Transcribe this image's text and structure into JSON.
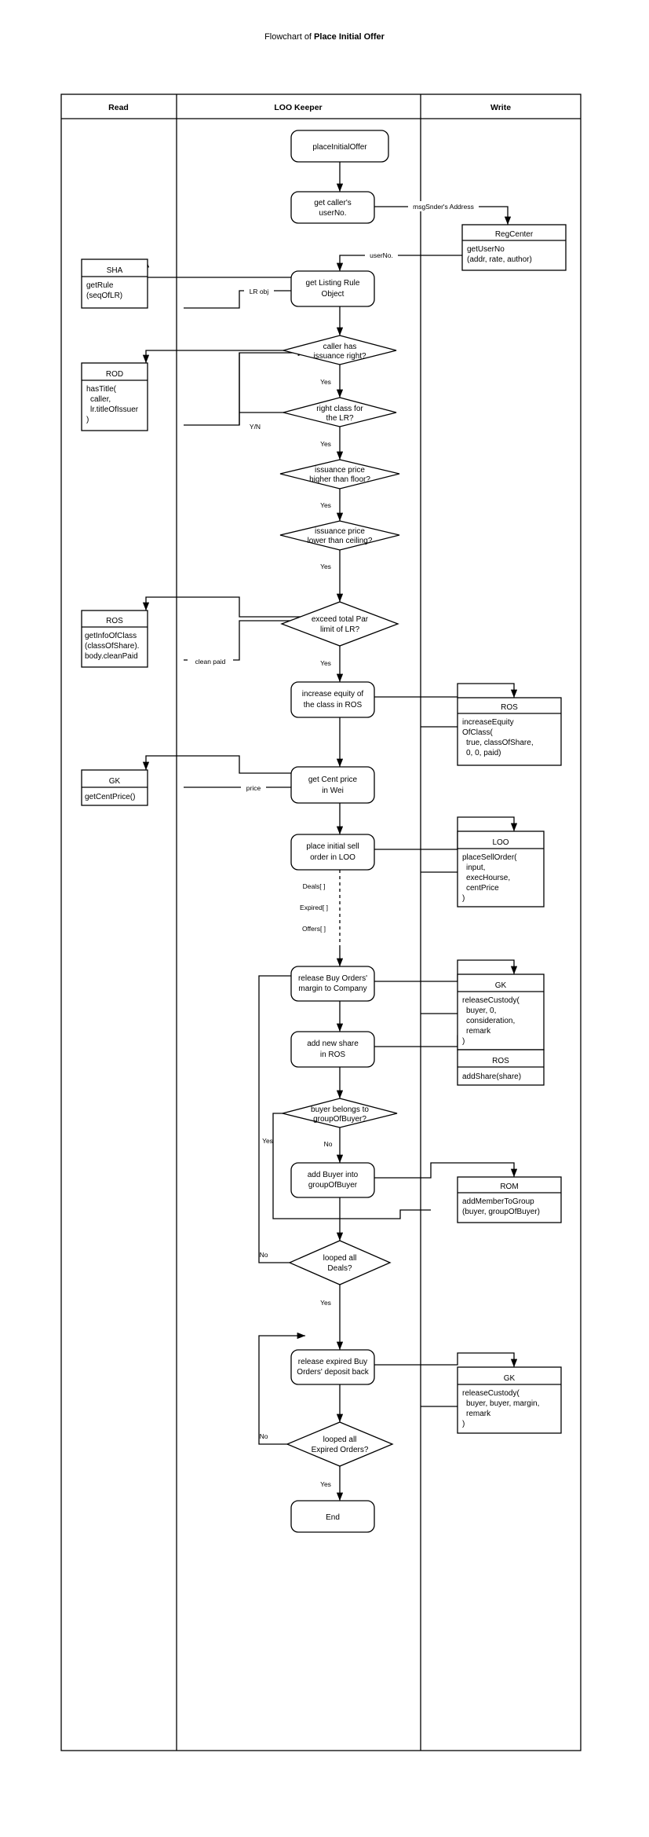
{
  "title": {
    "prefix": "Flowchart of ",
    "name": "Place Initial Offer"
  },
  "lanes": [
    {
      "id": "read",
      "label": "Read"
    },
    {
      "id": "loo-keeper",
      "label": "LOO Keeper"
    },
    {
      "id": "write",
      "label": "Write"
    }
  ],
  "chart_data": {
    "type": "diagram",
    "title": "Flowchart of Place Initial Offer",
    "lanes": [
      "Read",
      "LOO Keeper",
      "Write"
    ],
    "nodes": [
      {
        "id": "n1",
        "shape": "rounded",
        "lane": "LOO Keeper",
        "lines": [
          "placeInitialOffer"
        ]
      },
      {
        "id": "n2",
        "shape": "rounded",
        "lane": "LOO Keeper",
        "lines": [
          "get caller's",
          "userNo."
        ]
      },
      {
        "id": "n3",
        "shape": "rounded",
        "lane": "LOO Keeper",
        "lines": [
          "get Listing Rule",
          "Object"
        ]
      },
      {
        "id": "d1",
        "shape": "diamond",
        "lane": "LOO Keeper",
        "lines": [
          "caller has",
          "issuance right?"
        ]
      },
      {
        "id": "d2",
        "shape": "diamond",
        "lane": "LOO Keeper",
        "lines": [
          "right class for",
          "the LR?"
        ]
      },
      {
        "id": "d3",
        "shape": "diamond",
        "lane": "LOO Keeper",
        "lines": [
          "issuance price",
          "higher than floor?"
        ]
      },
      {
        "id": "d4",
        "shape": "diamond",
        "lane": "LOO Keeper",
        "lines": [
          "issuance price",
          "lower than ceiling?"
        ]
      },
      {
        "id": "d5",
        "shape": "diamond",
        "lane": "LOO Keeper",
        "lines": [
          "exceed total Par",
          "limit of LR?"
        ]
      },
      {
        "id": "n4",
        "shape": "rounded",
        "lane": "LOO Keeper",
        "lines": [
          "increase equity of",
          "the class in ROS"
        ]
      },
      {
        "id": "n5",
        "shape": "rounded",
        "lane": "LOO Keeper",
        "lines": [
          "get Cent price",
          "in Wei"
        ]
      },
      {
        "id": "n6",
        "shape": "rounded",
        "lane": "LOO Keeper",
        "lines": [
          "place initial sell",
          "order in LOO"
        ]
      },
      {
        "id": "n7",
        "shape": "rounded",
        "lane": "LOO Keeper",
        "lines": [
          "release Buy Orders'",
          "margin to Company"
        ]
      },
      {
        "id": "n8",
        "shape": "rounded",
        "lane": "LOO Keeper",
        "lines": [
          "add new share",
          "in ROS"
        ]
      },
      {
        "id": "d6",
        "shape": "diamond",
        "lane": "LOO Keeper",
        "lines": [
          "buyer belongs to",
          "groupOfBuyer?"
        ]
      },
      {
        "id": "n9",
        "shape": "rounded",
        "lane": "LOO Keeper",
        "lines": [
          "add Buyer into",
          "groupOfBuyer"
        ]
      },
      {
        "id": "d7",
        "shape": "diamond",
        "lane": "LOO Keeper",
        "lines": [
          "looped all",
          "Deals?"
        ]
      },
      {
        "id": "n10",
        "shape": "rounded",
        "lane": "LOO Keeper",
        "lines": [
          "release expired Buy",
          "Orders' deposit back"
        ]
      },
      {
        "id": "d8",
        "shape": "diamond",
        "lane": "LOO Keeper",
        "lines": [
          "looped all",
          "Expired Orders?"
        ]
      },
      {
        "id": "n11",
        "shape": "rounded",
        "lane": "LOO Keeper",
        "lines": [
          "End"
        ]
      },
      {
        "id": "c1",
        "shape": "class",
        "lane": "Write",
        "name": "RegCenter",
        "body": [
          "getUserNo",
          "(addr, rate, author)"
        ]
      },
      {
        "id": "c2",
        "shape": "class",
        "lane": "Read",
        "name": "SHA",
        "body": [
          "getRule",
          "(seqOfLR)"
        ]
      },
      {
        "id": "c3",
        "shape": "class",
        "lane": "Read",
        "name": "ROD",
        "body": [
          "hasTitle(",
          "  caller,",
          "  lr.titleOfIssuer",
          ")"
        ]
      },
      {
        "id": "c4",
        "shape": "class",
        "lane": "Read",
        "name": "ROS",
        "body": [
          "getInfoOfClass",
          "(classOfShare).",
          "body.cleanPaid"
        ]
      },
      {
        "id": "c5",
        "shape": "class",
        "lane": "Write",
        "name": "ROS",
        "body": [
          "increaseEquity",
          "OfClass(",
          "  true, classOfShare,",
          "  0, 0, paid)"
        ]
      },
      {
        "id": "c6",
        "shape": "class",
        "lane": "Read",
        "name": "GK",
        "body": [
          "getCentPrice()"
        ]
      },
      {
        "id": "c7",
        "shape": "class",
        "lane": "Write",
        "name": "LOO",
        "body": [
          "placeSellOrder(",
          "  input,",
          "  execHourse,",
          "  centPrice",
          ")"
        ]
      },
      {
        "id": "c8",
        "shape": "class",
        "lane": "Write",
        "name": "GK",
        "body": [
          "releaseCustody(",
          "  buyer, 0,",
          "  consideration,",
          "  remark",
          ")"
        ]
      },
      {
        "id": "c9",
        "shape": "class",
        "lane": "Write",
        "name": "ROS",
        "body": [
          "addShare(share)"
        ]
      },
      {
        "id": "c10",
        "shape": "class",
        "lane": "Write",
        "name": "ROM",
        "body": [
          "addMemberToGroup",
          "(buyer, groupOfBuyer)"
        ]
      },
      {
        "id": "c11",
        "shape": "class",
        "lane": "Write",
        "name": "GK",
        "body": [
          "releaseCustody(",
          "  buyer, buyer, margin,",
          "  remark",
          ")"
        ]
      }
    ],
    "edge_labels": [
      "msgSnder's Address",
      "userNo.",
      "LR obj",
      "Y/N",
      "clean paid",
      "price",
      "Deals[ ]",
      "Expired[ ]",
      "Offers[ ]",
      "Yes",
      "Yes",
      "Yes",
      "Yes",
      "Yes",
      "Yes",
      "Yes",
      "No",
      "No",
      "No"
    ]
  },
  "edge_labels": {
    "msg_sender_address": "msgSnder's Address",
    "user_no": "userNo.",
    "lr_obj": "LR obj",
    "yn": "Y/N",
    "clean_paid": "clean paid",
    "price": "price",
    "deals": "Deals[ ]",
    "expired": "Expired[ ]",
    "offers": "Offers[ ]",
    "yes": "Yes",
    "no": "No"
  },
  "nodes": {
    "n1": "placeInitialOffer",
    "n2a": "get caller's",
    "n2b": "userNo.",
    "n3a": "get Listing Rule",
    "n3b": "Object",
    "d1a": "caller has",
    "d1b": "issuance right?",
    "d2a": "right class for",
    "d2b": "the LR?",
    "d3a": "issuance price",
    "d3b": "higher than floor?",
    "d4a": "issuance price",
    "d4b": "lower than ceiling?",
    "d5a": "exceed total Par",
    "d5b": "limit of LR?",
    "n4a": "increase equity of",
    "n4b": "the class in ROS",
    "n5a": "get Cent price",
    "n5b": "in Wei",
    "n6a": "place initial sell",
    "n6b": "order in LOO",
    "n7a": "release Buy Orders'",
    "n7b": "margin to Company",
    "n8a": "add new share",
    "n8b": "in ROS",
    "d6a": "buyer belongs to",
    "d6b": "groupOfBuyer?",
    "n9a": "add Buyer into",
    "n9b": "groupOfBuyer",
    "d7a": "looped all",
    "d7b": "Deals?",
    "n10a": "release expired Buy",
    "n10b": "Orders' deposit back",
    "d8a": "looped all",
    "d8b": "Expired Orders?",
    "n11": "End"
  },
  "classes": {
    "regcenter": {
      "name": "RegCenter",
      "l1": "getUserNo",
      "l2": "(addr, rate, author)"
    },
    "sha": {
      "name": "SHA",
      "l1": "getRule",
      "l2": "(seqOfLR)"
    },
    "rod": {
      "name": "ROD",
      "l1": "hasTitle(",
      "l2": "caller,",
      "l3": "lr.titleOfIssuer",
      "l4": ")"
    },
    "ros_read": {
      "name": "ROS",
      "l1": "getInfoOfClass",
      "l2": "(classOfShare).",
      "l3": "body.cleanPaid"
    },
    "ros_eq": {
      "name": "ROS",
      "l1": "increaseEquity",
      "l2": "OfClass(",
      "l3": "true, classOfShare,",
      "l4": "0, 0, paid)"
    },
    "gk_price": {
      "name": "GK",
      "l1": "getCentPrice()"
    },
    "loo": {
      "name": "LOO",
      "l1": "placeSellOrder(",
      "l2": "input,",
      "l3": "execHourse,",
      "l4": "centPrice",
      "l5": ")"
    },
    "gk_rel": {
      "name": "GK",
      "l1": "releaseCustody(",
      "l2": "buyer, 0,",
      "l3": "consideration,",
      "l4": "remark",
      "l5": ")"
    },
    "ros_add": {
      "name": "ROS",
      "l1": "addShare(share)"
    },
    "rom": {
      "name": "ROM",
      "l1": "addMemberToGroup",
      "l2": "(buyer, groupOfBuyer)"
    },
    "gk_rel2": {
      "name": "GK",
      "l1": "releaseCustody(",
      "l2": "buyer, buyer, margin,",
      "l3": "remark",
      "l4": ")"
    }
  }
}
